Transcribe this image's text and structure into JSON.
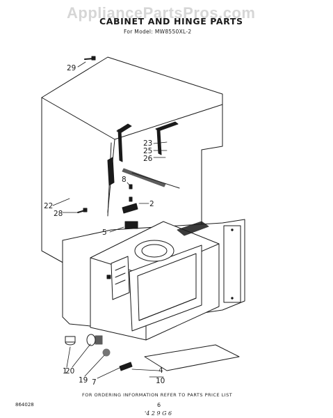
{
  "watermark": "AppliancePartsPros.com",
  "header": {
    "title": "CABINET AND HINGE PARTS",
    "model_line": "For Model: MW8550XL-2"
  },
  "callouts": {
    "c29": "29",
    "c23": "23",
    "c25": "25",
    "c26": "26",
    "c8": "8",
    "c2": "2",
    "c22": "22",
    "c28": "28",
    "c5": "5",
    "c1": "1",
    "c20": "20",
    "c19": "19",
    "c7": "7",
    "c4": "4",
    "c10": "10"
  },
  "footer": {
    "ordering_note": "FOR ORDERING INFORMATION REFER TO PARTS PRICE LIST",
    "drawing_code": "864028",
    "page_number": "6",
    "handwritten": "'4 2 9 G 6"
  }
}
